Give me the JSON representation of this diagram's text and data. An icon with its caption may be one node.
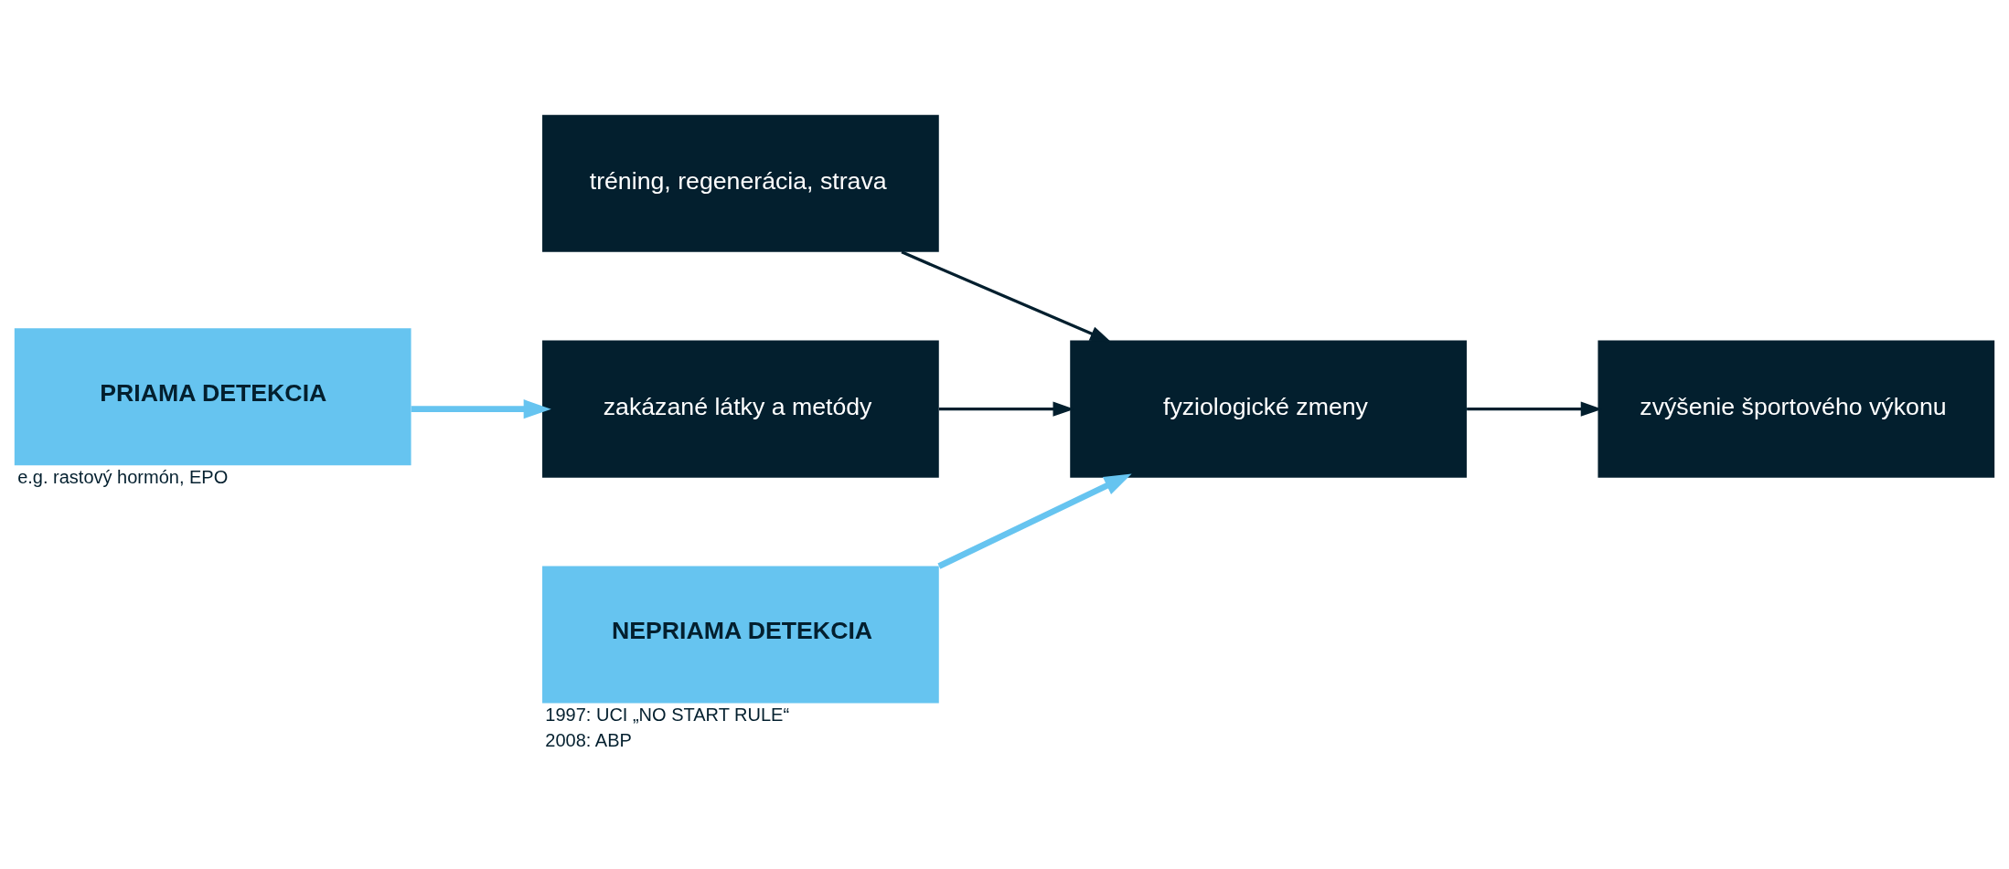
{
  "diagram": {
    "nodes": [
      {
        "text": [
          "tréning, regenerácia, strava"
        ]
      },
      {
        "text": [
          "zakázané látky a metódy"
        ]
      },
      {
        "text": [
          "fyziologické zmeny"
        ]
      },
      {
        "text": [
          "zvýšenie športového výkonu"
        ]
      },
      {
        "text": [
          "NEPRIAMA DETEKCIA"
        ],
        "beside": [
          "1997: UCI „NO START RULE“",
          "2008: ABP"
        ]
      },
      {
        "text": [
          "PRIAMA DETEKCIA"
        ],
        "beside": [
          "e.g. rastový hormón, EPO"
        ]
      }
    ],
    "edges": [
      {
        "from": 0,
        "to": 2,
        "arrow": "to"
      },
      {
        "from": 1,
        "to": 2,
        "arrow": "to"
      },
      {
        "from": 2,
        "to": 3,
        "arrow": "to"
      },
      {
        "from": 4,
        "to": 2,
        "arrow": "to",
        "style": "thick",
        "color": "#66c4f0"
      },
      {
        "from": 5,
        "to": 1,
        "arrow": "to",
        "style": "thick",
        "color": "#66c4f0"
      }
    ]
  }
}
